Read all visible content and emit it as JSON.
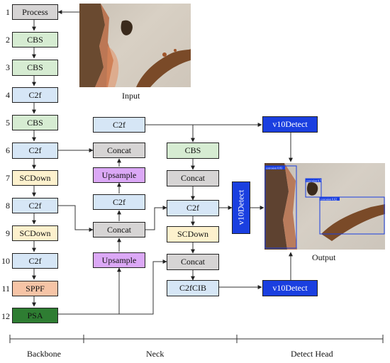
{
  "colors": {
    "gray": "#d6d4d4",
    "green": "#d6ecd2",
    "blue": "#d6e6f6",
    "yellow": "#fdf1cd",
    "orange": "#f6c4a6",
    "dark_green": "#2e7d32",
    "purple": "#dba8f6",
    "detect_blue": "#1a3fe0",
    "text": "#111111"
  },
  "backbone": {
    "numbers": [
      "1",
      "2",
      "3",
      "4",
      "5",
      "6",
      "7",
      "8",
      "9",
      "10",
      "11",
      "12"
    ],
    "process": "Process",
    "cbs2": "CBS",
    "cbs3": "CBS",
    "c2f4": "C2f",
    "cbs5": "CBS",
    "c2f6": "C2f",
    "scdown7": "SCDown",
    "c2f8": "C2f",
    "scdown9": "SCDown",
    "c2f10": "C2f",
    "sppf11": "SPPF",
    "psa12": "PSA"
  },
  "neck": {
    "c2f_top": "C2f",
    "concat_a": "Concat",
    "upsample_a": "Upsample",
    "c2f_mid": "C2f",
    "concat_b": "Concat",
    "upsample_b": "Upsample",
    "cbs": "CBS",
    "concat_c": "Concat",
    "c2f_right": "C2f",
    "scdown": "SCDown",
    "concat_d": "Concat",
    "c2fcib": "C2fCIB"
  },
  "head": {
    "detect_top": "v10Detect",
    "detect_mid": "v10Detect",
    "detect_bottom": "v10Detect"
  },
  "captions": {
    "input": "Input",
    "output": "Output"
  },
  "output_labels": [
    "corrosion 0.83",
    "corrosion 0.71",
    "corrosion 0.62"
  ],
  "sections": {
    "backbone": "Backbone",
    "neck": "Neck",
    "detect_head": "Detect Head"
  }
}
